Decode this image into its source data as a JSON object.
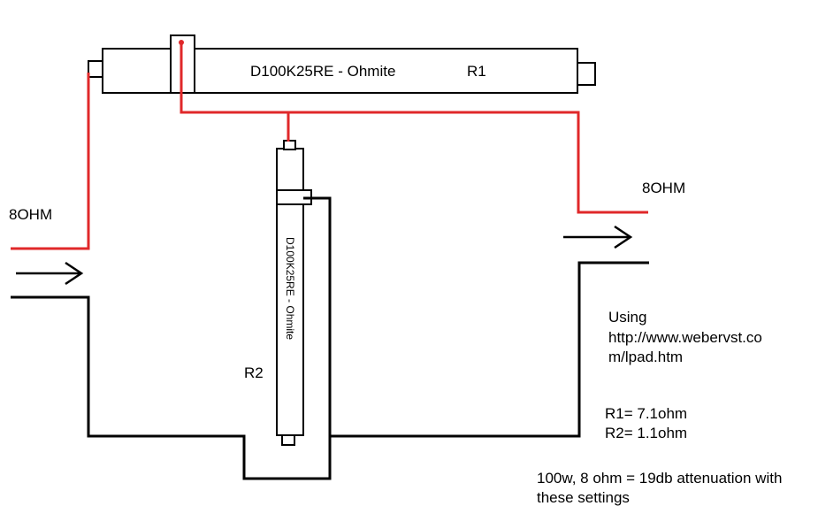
{
  "input": {
    "label": "8OHM"
  },
  "output": {
    "label": "8OHM"
  },
  "r1": {
    "part": "D100K25RE - Ohmite",
    "name": "R1"
  },
  "r2": {
    "part": "D100K25RE - Ohmite",
    "name": "R2"
  },
  "notes": {
    "using": "Using",
    "url_line1": "http://www.webervst.co",
    "url_line2": "m/lpad.htm",
    "r1_value": "R1= 7.1ohm",
    "r2_value": "R2= 1.1ohm",
    "attenuation_line1": "100w, 8 ohm = 19db attenuation with",
    "attenuation_line2": "these settings"
  },
  "colors": {
    "signal_wire": "#e0282a",
    "ground_wire": "#000000"
  }
}
